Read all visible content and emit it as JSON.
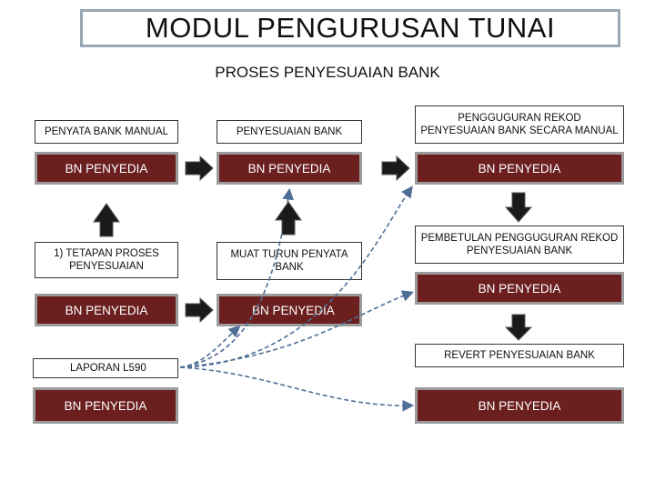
{
  "title": "MODUL PENGURUSAN TUNAI",
  "subtitle": "PROSES PENYESUAIAN BANK",
  "boxes": {
    "penyata_label": "PENYATA BANK MANUAL",
    "penyata_role": "BN PENYEDIA",
    "penyesuaian_label": "PENYESUAIAN BANK",
    "penyesuaian_role": "BN PENYEDIA",
    "pengguguran_label": "PENGGUGURAN REKOD PENYESUAIAN BANK SECARA MANUAL",
    "pengguguran_role": "BN PENYEDIA",
    "tetapan_label": "1) TETAPAN PROSES PENYESUAIAN",
    "tetapan_role": "BN PENYEDIA",
    "muat_label": "MUAT TURUN PENYATA BANK",
    "muat_role": "BN PENYEDIA",
    "pembetulan_label": "PEMBETULAN PENGGUGURAN REKOD PENYESUAIAN BANK",
    "pembetulan_role": "BN PENYEDIA",
    "laporan_label": "LAPORAN L590",
    "laporan_role": "BN PENYEDIA",
    "revert_label": "REVERT PENYESUAIAN BANK",
    "revert_role": "BN PENYEDIA"
  },
  "colors": {
    "role_fill": "#6b1f1f",
    "role_border": "#9b9b9b",
    "arrow_fill": "#1a1a1a",
    "dashed_connector": "#4f6f96",
    "title_border": "#9aa7b4"
  }
}
